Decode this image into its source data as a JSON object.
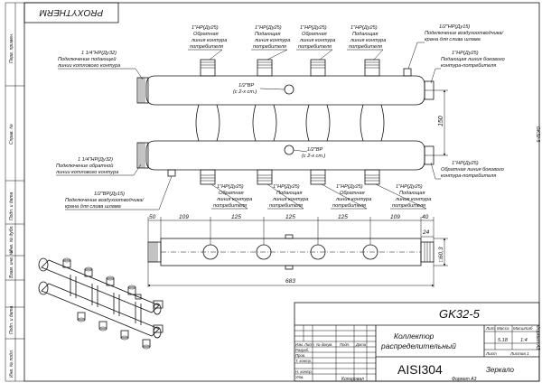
{
  "brand": "PROXYTHERM",
  "stamp": {
    "left": "GK32-5",
    "right": "Формат АЗ"
  },
  "sidebar": {
    "perv": "Перв. примен.",
    "sprav": "Справ. №",
    "podp_data_1": "Подп. и дата",
    "inv_dubl": "Инв. № дубл.",
    "vzam_inv": "Взам. инв. №",
    "podp_data_2": "Подп. и дата",
    "inv_podl": "Инв. № подл."
  },
  "callouts": {
    "top_left_size": "1 1/4\"НР(Ду32)",
    "top_left_desc1": "Подключение подающей",
    "top_left_desc2": "линии котлового контура",
    "bot_left_size": "1 1/4\"НР(Ду32)",
    "bot_left_desc1": "Подключение обратной",
    "bot_left_desc2": "линии котлового контура",
    "left_drain_size": "1/2\"ВР(Ду15)",
    "left_drain_desc1": "Подключение воздухоотводчика/",
    "left_drain_desc2": "крана для слива шлама",
    "top_right_size": "1/2\"НР(Ду15)",
    "top_right_desc1": "Подключение воздухоотводчика/",
    "top_right_desc2": "крана для слива шлама",
    "right_mid_size": "1\"НР(Ду25)",
    "right_mid_desc1": "Подающая линия бокового",
    "right_mid_desc2": "контура-потребителя",
    "right_bot_size": "1\"НР(Ду25)",
    "right_bot_desc1": "Обратная линия бокового",
    "right_bot_desc2": "контура-потребителя",
    "bvp1_a": "1/2\"ВР",
    "bvp1_b": "(с 2-х ст.)",
    "bvp2_a": "1/2\"ВР",
    "bvp2_b": "(с 2-х ст.)",
    "dim_150": "150",
    "top": [
      {
        "l1": "1\"НР(Ду25)",
        "l2": "Обратная",
        "l3": "линия контура",
        "l4": "потребителя"
      },
      {
        "l1": "1\"НР(Ду25)",
        "l2": "Подающая",
        "l3": "линия контура",
        "l4": "потребителя"
      },
      {
        "l1": "1\"НР(Ду25)",
        "l2": "Обратная",
        "l3": "линия контура",
        "l4": "потребителя"
      },
      {
        "l1": "1\"НР(Ду25)",
        "l2": "Подающая",
        "l3": "линия контура",
        "l4": "потребителя"
      }
    ],
    "bottom": [
      {
        "l1": "1\"НР(Ду25)",
        "l2": "Обратная",
        "l3": "линия контура",
        "l4": "потребителя"
      },
      {
        "l1": "1\"НР(Ду25)",
        "l2": "Подающая",
        "l3": "линия контура",
        "l4": "потребителя"
      },
      {
        "l1": "1\"НР(Ду25)",
        "l2": "Обратная",
        "l3": "линия контура",
        "l4": "потребителя"
      },
      {
        "l1": "1\"НР(Ду25)",
        "l2": "Подающая",
        "l3": "линия контура",
        "l4": "потребителя"
      }
    ]
  },
  "dimensions": {
    "d50": "50",
    "d109a": "109",
    "d125a": "125",
    "d125b": "125",
    "d125c": "125",
    "d109b": "109",
    "d40": "40",
    "d24": "24",
    "d683": "683",
    "d60": "□60,3"
  },
  "title_block": {
    "code": "GK32-5",
    "name1": "Коллектор",
    "name2": "распределительный",
    "material": "AISI304",
    "finish": "Зеркало",
    "hdr_lit": "Лит.",
    "hdr_mass": "Масса",
    "hdr_scale": "Масштаб",
    "mass": "5.18",
    "scale": "1:4",
    "sheet": "Лист",
    "sheets": "Листов 1",
    "rows": [
      "Изм.",
      "Лист",
      "№ докум.",
      "Подп.",
      "Дата"
    ],
    "razrab": "Разраб.",
    "prov": "Пров.",
    "tkontr": "Т. контр.",
    "nkontr": "Н. контр.",
    "utv": "Утв.",
    "kopiroval": "Копировал",
    "format": "Формат А3"
  }
}
